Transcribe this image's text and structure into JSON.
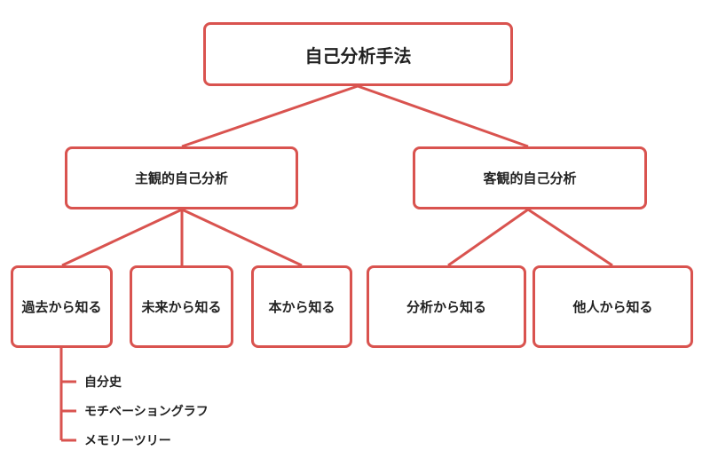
{
  "colors": {
    "accent": "#d9534f",
    "text": "#222222",
    "background": "#ffffff"
  },
  "root": {
    "label": "自己分析手法"
  },
  "subjective": {
    "label": "主観的自己分析",
    "children": [
      "過去から知る",
      "未来から知る",
      "本から知る"
    ]
  },
  "objective": {
    "label": "客観的自己分析",
    "children": [
      "分析から知る",
      "他人から知る"
    ]
  },
  "past_methods": [
    "自分史",
    "モチベーショングラフ",
    "メモリーツリー"
  ]
}
